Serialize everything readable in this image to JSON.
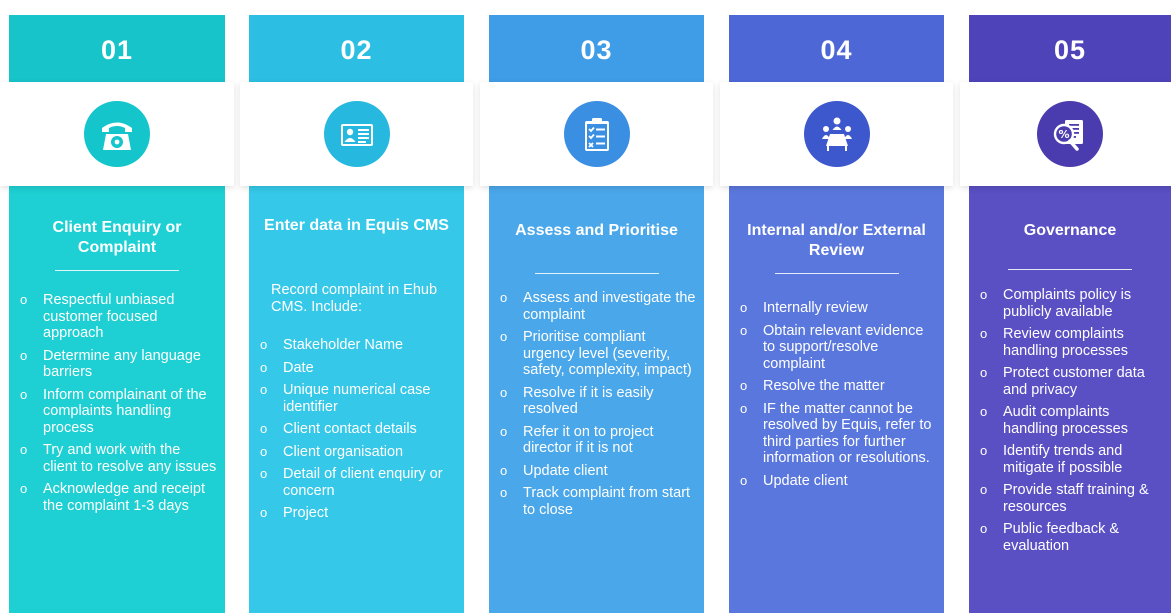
{
  "columns": [
    {
      "number": "01",
      "icon": "telephone-icon",
      "title": "Client Enquiry or Complaint",
      "intro": "",
      "items": [
        "Respectful unbiased customer focused approach",
        "Determine any language barriers",
        "Inform complainant of the complaints handling process",
        "Try and work with the client to resolve any issues",
        "Acknowledge and receipt the complaint 1-3 days"
      ]
    },
    {
      "number": "02",
      "icon": "id-card-icon",
      "title": "Enter data in Equis CMS",
      "intro": "Record complaint in Ehub CMS. Include:",
      "items": [
        "Stakeholder Name",
        "Date",
        "Unique numerical case identifier",
        "Client contact details",
        "Client organisation",
        "Detail of client enquiry or concern",
        "Project"
      ]
    },
    {
      "number": "03",
      "icon": "clipboard-checklist-icon",
      "title": "Assess and Prioritise",
      "intro": "",
      "items": [
        "Assess and investigate the complaint",
        "Prioritise compliant urgency level (severity, safety, complexity, impact)",
        "Resolve if it is easily resolved",
        "Refer it on to project director if it is not",
        "Update client",
        "Track complaint from start to close"
      ]
    },
    {
      "number": "04",
      "icon": "meeting-icon",
      "title": "Internal and/or External Review",
      "intro": "",
      "items": [
        "Internally review",
        "Obtain relevant evidence to support/resolve complaint",
        "Resolve the matter",
        "IF the matter cannot be resolved by Equis, refer to third parties for further information or resolutions.",
        "Update client"
      ]
    },
    {
      "number": "05",
      "icon": "policy-document-icon",
      "title": "Governance",
      "intro": "",
      "items": [
        "Complaints policy is publicly available",
        "Review complaints handling processes",
        "Protect customer data and privacy",
        "Audit complaints handling processes",
        "Identify trends and mitigate if possible",
        "Provide staff training & resources",
        "Public feedback & evaluation"
      ]
    }
  ]
}
